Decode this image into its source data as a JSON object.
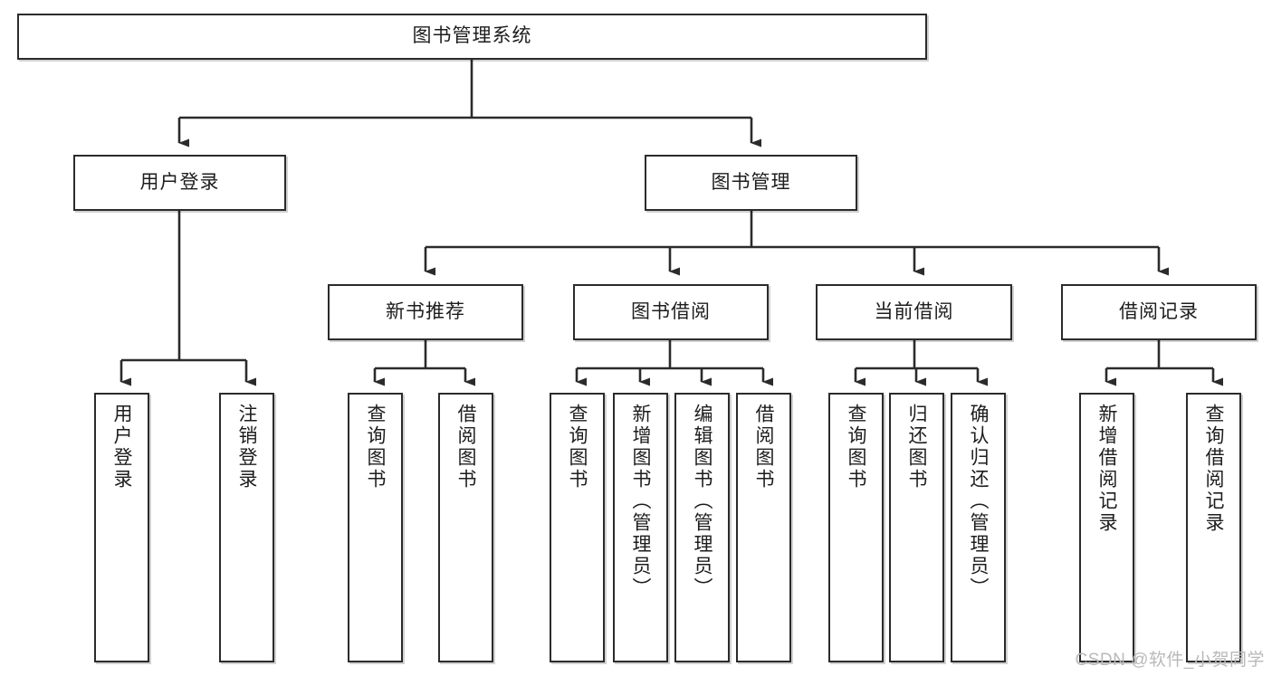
{
  "diagram": {
    "title": "图书管理系统",
    "type": "tree-hierarchy-chart",
    "watermark": "CSDN @软件_小贺同学",
    "colors": {
      "node_border": "#2b2b2b",
      "node_fill": "#ffffff",
      "edge": "#2b2b2b",
      "text": "#1d1d1d",
      "watermark": "#b9b9b9"
    },
    "nodes": {
      "root": {
        "label": "图书管理系统"
      },
      "level2": [
        {
          "label": "用户登录"
        },
        {
          "label": "图书管理"
        }
      ],
      "level3": [
        {
          "label": "新书推荐"
        },
        {
          "label": "图书借阅"
        },
        {
          "label": "当前借阅"
        },
        {
          "label": "借阅记录"
        }
      ],
      "leaves": {
        "user_login": [
          {
            "label": "用户登录"
          },
          {
            "label": "注销登录"
          }
        ],
        "new_book_recommend": [
          {
            "label": "查询图书"
          },
          {
            "label": "借阅图书"
          }
        ],
        "book_borrow": [
          {
            "label": "查询图书"
          },
          {
            "label": "新增图书（管理员）"
          },
          {
            "label": "编辑图书（管理员）"
          },
          {
            "label": "借阅图书"
          }
        ],
        "current_borrow": [
          {
            "label": "查询图书"
          },
          {
            "label": "归还图书"
          },
          {
            "label": "确认归还（管理员）"
          }
        ],
        "borrow_record": [
          {
            "label": "新增借阅记录"
          },
          {
            "label": "查询借阅记录"
          }
        ]
      }
    }
  }
}
